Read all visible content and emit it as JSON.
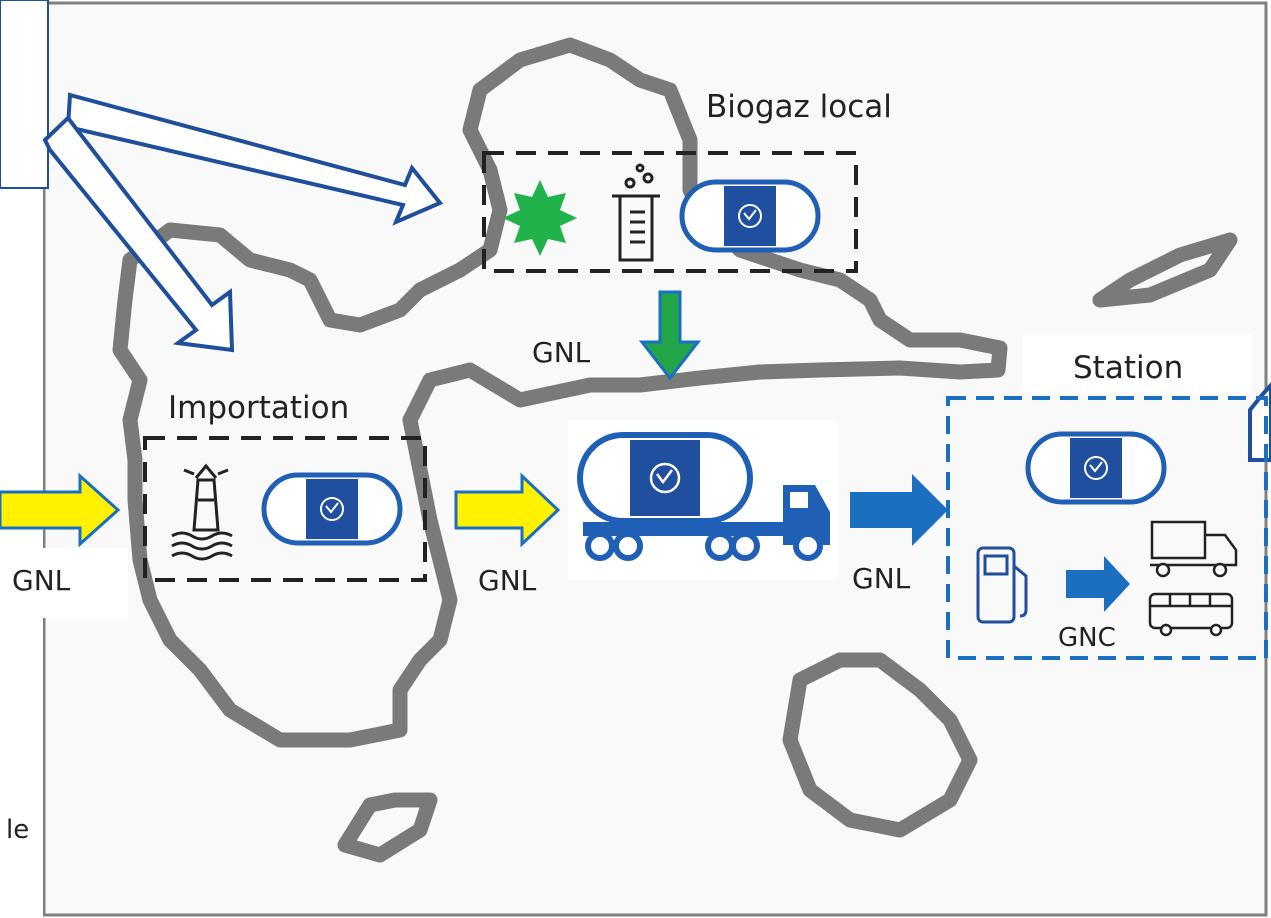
{
  "labels": {
    "biogaz_local": "Biogaz local",
    "importation": "Importation",
    "station": "Station",
    "gnl_inbound": "GNL",
    "gnl_biogaz": "GNL",
    "gnl_truck": "GNL",
    "gnl_station": "GNL",
    "gnc": "GNC",
    "cut_text": "le"
  },
  "colors": {
    "coast": "#7a7a7a",
    "map_bg": "#f9f9f9",
    "hollow_arrow": "#1f4e9a",
    "yellow_arrow": "#fff200",
    "blue_arrow": "#1a6fc0",
    "green_arrow": "#22a64a",
    "green_star": "#22b24c",
    "tank_blue": "#1f5fb5",
    "station_border": "#1a6fc0"
  },
  "icons": [
    "lighthouse-icon",
    "beaker-icon",
    "biogas-star-icon",
    "lng-tank-icon",
    "tanker-truck-icon",
    "fuel-pump-icon",
    "dump-truck-icon",
    "bus-icon"
  ]
}
